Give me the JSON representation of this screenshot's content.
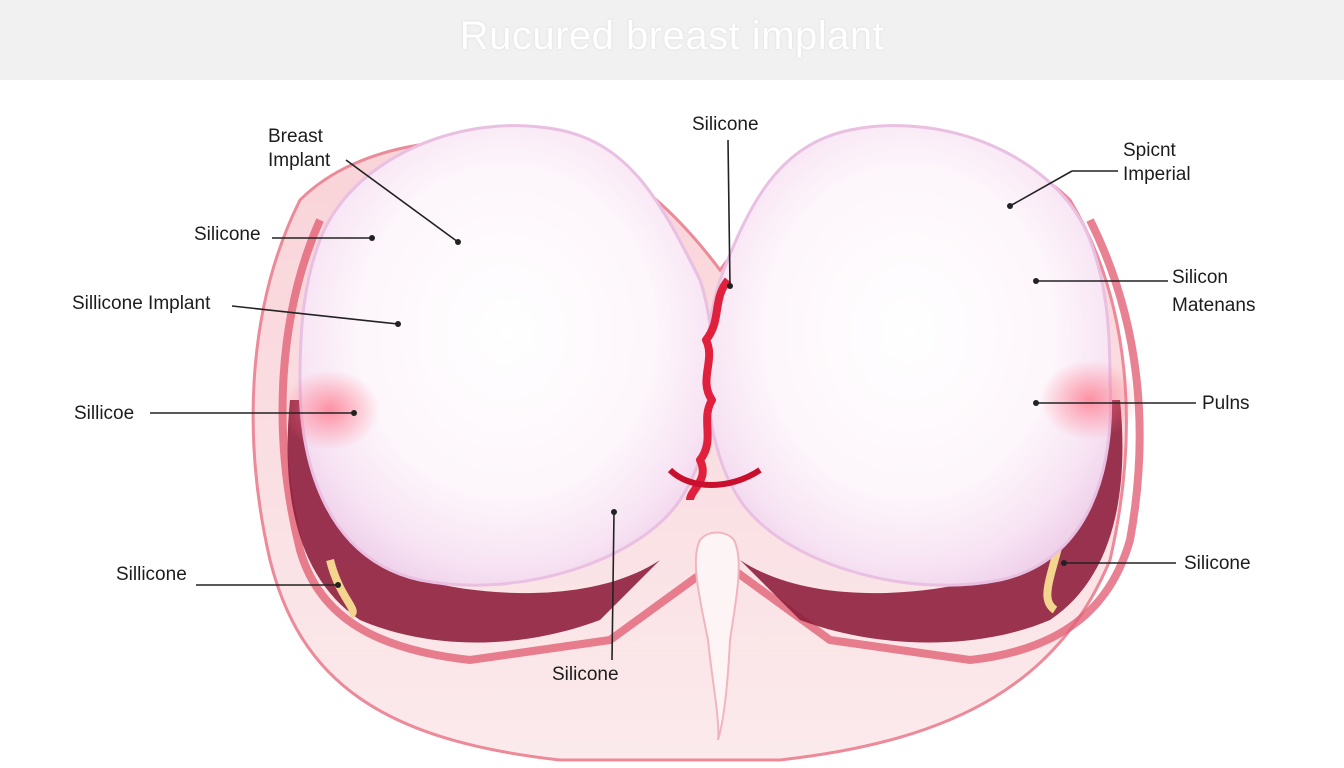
{
  "title": "Rucured breast implant",
  "labels": {
    "breast_implant_line1": "Breast",
    "breast_implant_line2": "Implant",
    "silicone_top_center": "Silicone",
    "spicnt_line1": "Spicnt",
    "spicnt_line2": "Imperial",
    "silicone_left_upper": "Silicone",
    "silicon_right_line1": "Silicon",
    "silicon_right_line2": "Matenans",
    "sillicone_implant": "Sillicone Implant",
    "sillicoe": "Sillicoe",
    "pulns": "Pulns",
    "sillicone_left_lower": "Sillicone",
    "silicone_right_lower": "Silicone",
    "silicone_bottom_center": "Silicone"
  },
  "colors": {
    "tissue_outer": "#f7c6cc",
    "tissue_edge": "#e86a7c",
    "muscle": "#8e1f3d",
    "fat": "#f3d58f",
    "implant": "#fbeef8",
    "rupture": "#e0203c"
  }
}
